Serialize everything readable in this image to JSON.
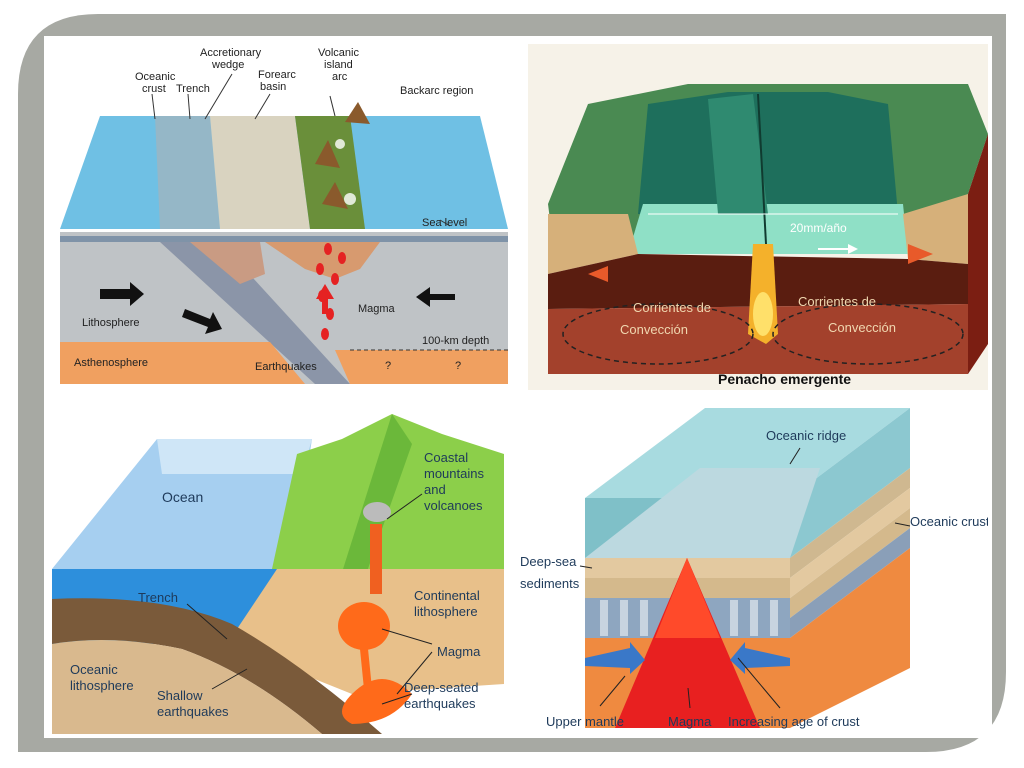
{
  "panels": {
    "subduction_arc": {
      "labels": {
        "oceanic_crust": [
          "Oceanic",
          "crust"
        ],
        "trench": "Trench",
        "accretionary_wedge": [
          "Accretionary",
          "wedge"
        ],
        "forearc_basin": [
          "Forearc",
          "basin"
        ],
        "volcanic_island_arc": [
          "Volcanic",
          "island",
          "arc"
        ],
        "backarc_region": "Backarc region",
        "sea_level": "Sea level",
        "lithosphere": "Lithosphere",
        "asthenosphere": "Asthenosphere",
        "magma": "Magma",
        "depth": "100-km depth",
        "earthquakes": "Earthquakes",
        "unknown_1": "?",
        "unknown_2": "?"
      }
    },
    "ridge_convection": {
      "labels": {
        "rate": "20mm/año",
        "convection_left": [
          "Corrientes de",
          "Convección"
        ],
        "convection_right": [
          "Corrientes de",
          "Convección"
        ],
        "plume": "Penacho emergente"
      }
    },
    "continental_margin": {
      "labels": {
        "ocean": "Ocean",
        "coastal": [
          "Coastal",
          "mountains",
          "and",
          "volcanoes"
        ],
        "trench": "Trench",
        "continental": [
          "Continental",
          "lithosphere"
        ],
        "oceanic_lithosphere": [
          "Oceanic",
          "lithosphere"
        ],
        "magma": "Magma",
        "shallow": [
          "Shallow",
          "earthquakes"
        ],
        "deep": [
          "Deep-seated",
          "earthquakes"
        ]
      }
    },
    "oceanic_ridge": {
      "labels": {
        "oceanic_ridge": "Oceanic ridge",
        "oceanic_crust": "Oceanic crust",
        "sediments": [
          "Deep-sea",
          "sediments"
        ],
        "upper_mantle": "Upper mantle",
        "magma": "Magma",
        "increasing_age": "Increasing age of crust"
      }
    }
  },
  "colors": {
    "frame": "#a7a9a3",
    "ocean": "#4fa8d8",
    "magma": "#e83a1f",
    "crust_tan": "#e8c28c"
  }
}
